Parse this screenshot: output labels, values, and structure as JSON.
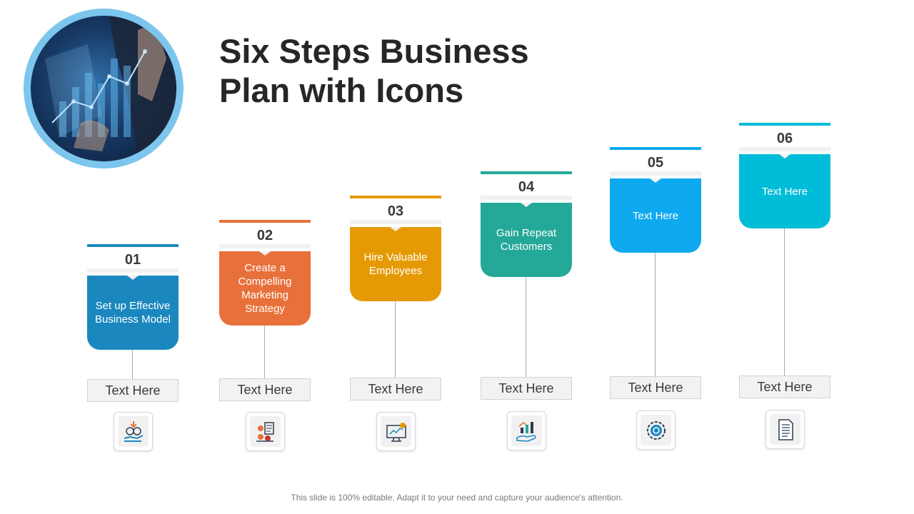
{
  "title": "Six Steps Business Plan with Icons",
  "footer": "This slide is 100% editable. Adapt it to your need and capture your audience's attention.",
  "steps": [
    {
      "number": "01",
      "text": "Set up Effective Business Model",
      "label": "Text Here",
      "color": "#1a87bf",
      "icon": "hand-money-icon"
    },
    {
      "number": "02",
      "text": "Create a Compelling Marketing Strategy",
      "label": "Text Here",
      "color": "#e8703a",
      "icon": "marketing-strategy-icon"
    },
    {
      "number": "03",
      "text": "Hire Valuable Employees",
      "label": "Text Here",
      "color": "#e59a05",
      "icon": "monitor-chart-icon"
    },
    {
      "number": "04",
      "text": "Gain Repeat Customers",
      "label": "Text Here",
      "color": "#24a898",
      "icon": "hand-growth-icon"
    },
    {
      "number": "05",
      "text": "Text Here",
      "label": "Text Here",
      "color": "#0ea9ef",
      "icon": "gear-icon"
    },
    {
      "number": "06",
      "text": "Text Here",
      "label": "Text Here",
      "color": "#00bcd8",
      "icon": "document-icon"
    }
  ],
  "colors": {
    "ring": "#7cc6ee",
    "title": "#262626"
  }
}
